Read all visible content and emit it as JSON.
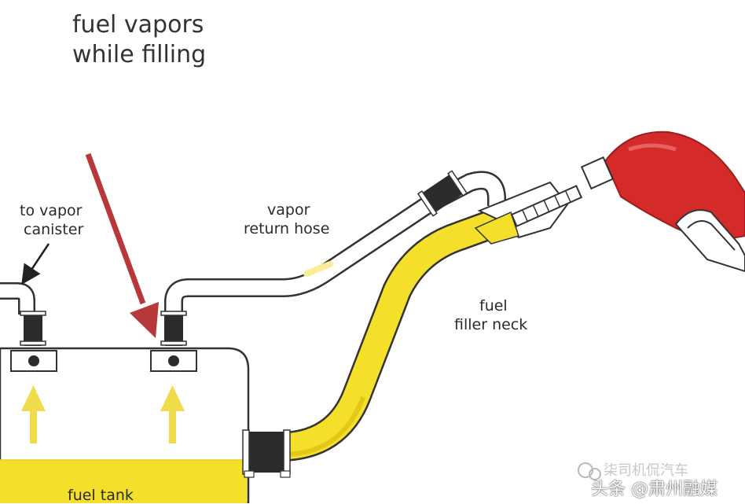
{
  "title": {
    "line1": "fuel vapors",
    "line2": "while filling"
  },
  "labels": {
    "to_vapor_canister_1": "to vapor",
    "to_vapor_canister_2": "canister",
    "vapor_return_hose_1": "vapor",
    "vapor_return_hose_2": "return hose",
    "fuel_filler_neck_1": "fuel",
    "fuel_filler_neck_2": "filler neck",
    "fuel_tank": "fuel tank"
  },
  "watermark": {
    "upper": "柒司机侃汽车",
    "lower": "头条 @肃州融媒"
  },
  "colors": {
    "fuel": "#f4e02a",
    "fuel_light": "#f8ee9a",
    "nozzle": "#d42a2a",
    "arrow_red": "#b8383a",
    "arrow_yellow": "#f0dc4a",
    "outline": "#333333",
    "coupling": "#2b2b2b"
  }
}
